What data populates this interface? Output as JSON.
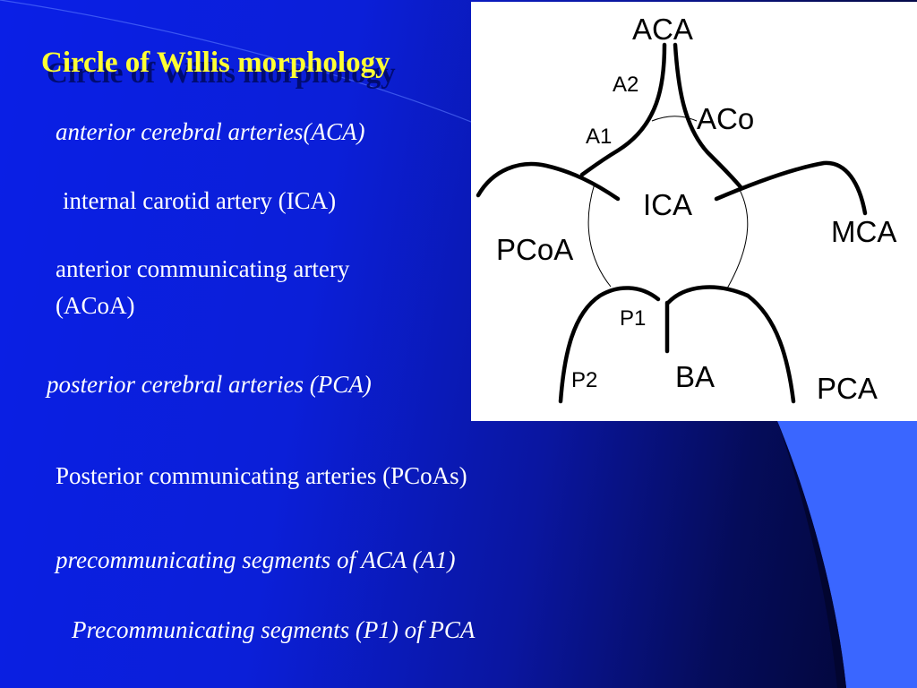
{
  "slide": {
    "title": "Circle of Willis morphology",
    "items": [
      {
        "text": "anterior cerebral arteries(ACA)",
        "italic": true
      },
      {
        "text": "internal carotid artery (ICA)",
        "italic": false
      },
      {
        "text": "anterior communicating artery",
        "italic": false
      },
      {
        "text": "(ACoA)",
        "italic": false
      },
      {
        "text": "posterior cerebral arteries (PCA)",
        "italic": true
      },
      {
        "text": "Posterior communicating arteries (PCoAs)",
        "italic": false
      },
      {
        "text": "precommunicating segments of  ACA (A1)",
        "italic": true
      },
      {
        "text": "Precommunicating segments (P1) of  PCA",
        "italic": true
      }
    ]
  },
  "diagram": {
    "labels": {
      "aca": "ACA",
      "a2": "A2",
      "aco": "ACo",
      "a1": "A1",
      "ica": "ICA",
      "mca": "MCA",
      "pcoa": "PCoA",
      "p1": "P1",
      "p2": "P2",
      "ba": "BA",
      "pca": "PCA"
    }
  },
  "colors": {
    "background_blue": "#0a1fe6",
    "dark_navy": "#020530",
    "accent_blue": "#3a66ff",
    "title_yellow": "#ffff33",
    "text_white": "#ffffff"
  }
}
